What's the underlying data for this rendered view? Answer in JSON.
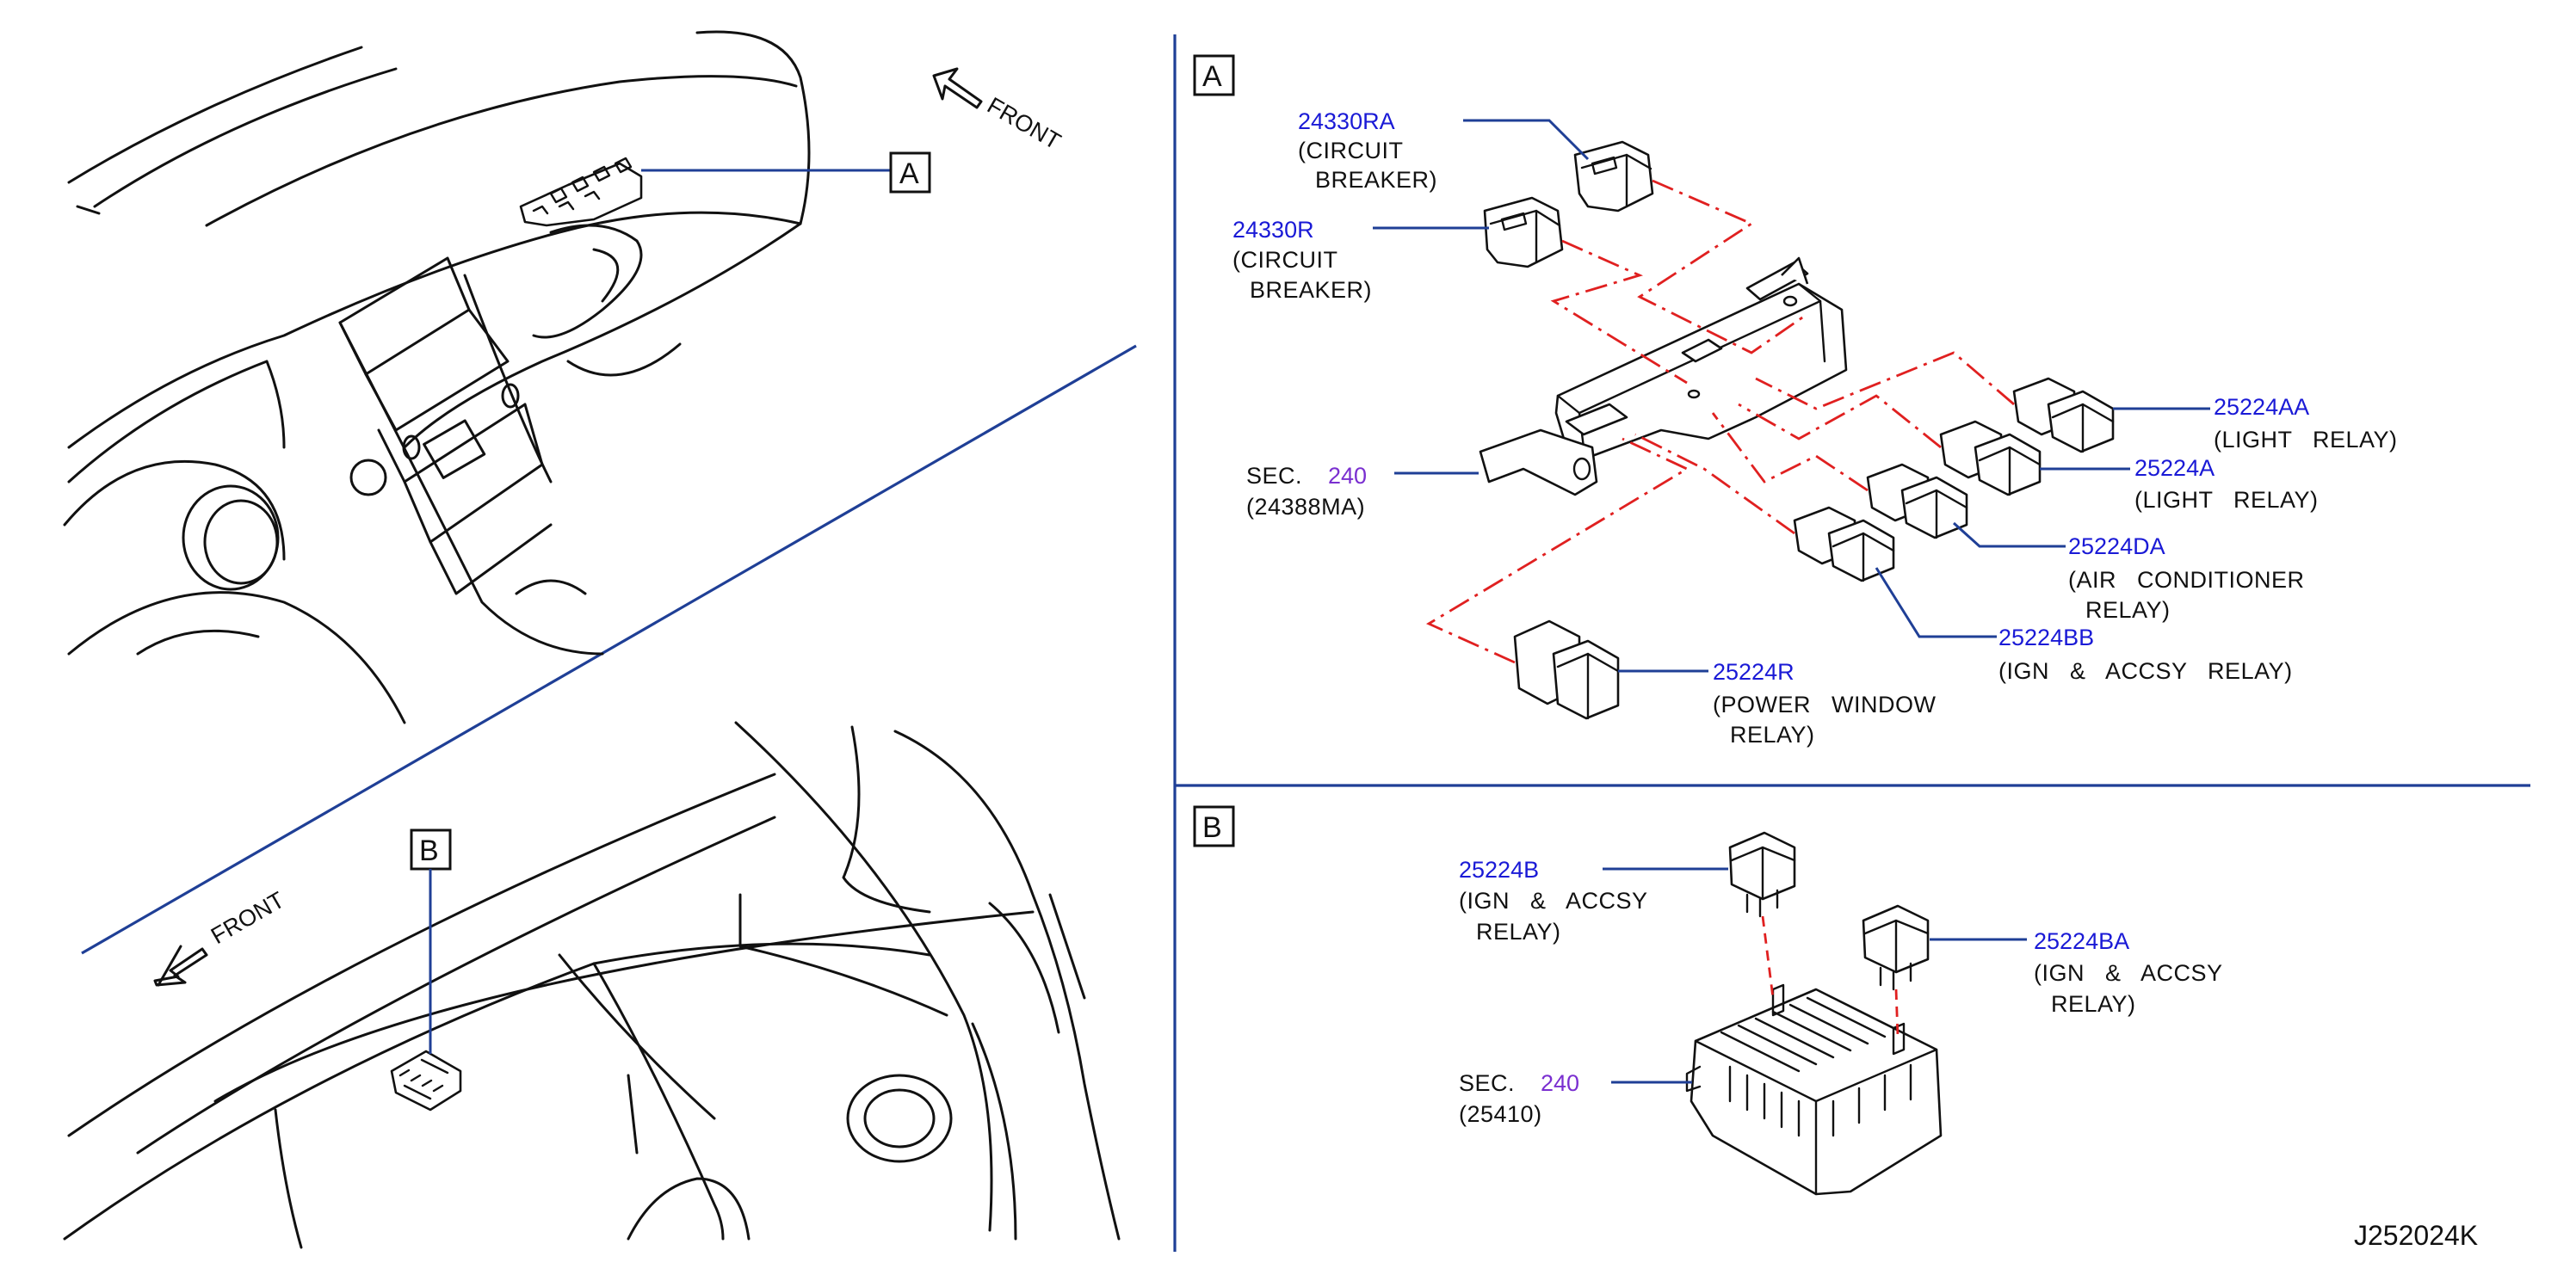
{
  "reference_code": "J252024K",
  "left_view": {
    "front_label_top": "FRONT",
    "front_label_bottom": "FRONT",
    "callout_a": "A",
    "callout_b": "B"
  },
  "detail_a": {
    "box_label": "A",
    "items": [
      {
        "part": "24330RA",
        "desc": [
          "(CIRCUIT",
          "BREAKER)"
        ]
      },
      {
        "part": "24330R",
        "desc": [
          "(CIRCUIT",
          "BREAKER)"
        ]
      },
      {
        "part": "25224AA",
        "desc": [
          "(LIGHT   RELAY)"
        ]
      },
      {
        "part": "25224A",
        "desc": [
          "(LIGHT   RELAY)"
        ]
      },
      {
        "part": "25224DA",
        "desc": [
          "(AIR   CONDITIONER",
          "RELAY)"
        ]
      },
      {
        "part": "25224BB",
        "desc": [
          "(IGN   &   ACCSY   RELAY)"
        ]
      },
      {
        "part": "25224R",
        "desc": [
          "(POWER   WINDOW",
          "RELAY)"
        ]
      }
    ],
    "section": {
      "prefix": "SEC.",
      "number": "240",
      "part": "(24388MA)"
    }
  },
  "detail_b": {
    "box_label": "B",
    "items": [
      {
        "part": "25224B",
        "desc": [
          "(IGN   &   ACCSY",
          "RELAY)"
        ]
      },
      {
        "part": "25224BA",
        "desc": [
          "(IGN   &   ACCSY",
          "RELAY)"
        ]
      }
    ],
    "section": {
      "prefix": "SEC.",
      "number": "240",
      "part": "(25410)"
    }
  },
  "colors": {
    "part_number": "#1a1ad6",
    "section_number": "#7a2fd0",
    "leader_line": "#1f3f96",
    "install_path": "#e02020",
    "drawing": "#111111"
  }
}
